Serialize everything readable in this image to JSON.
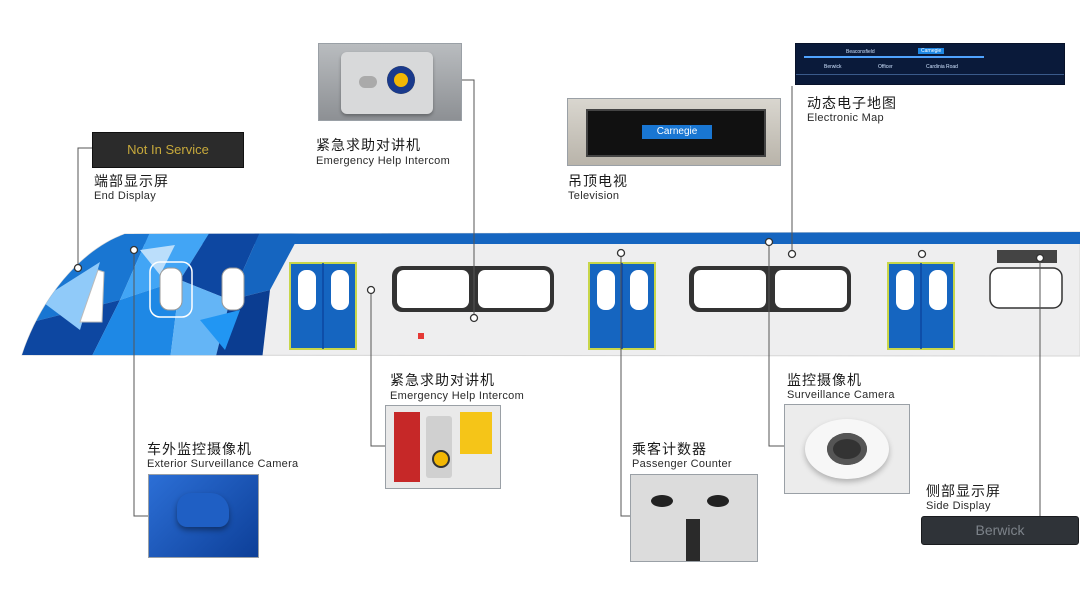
{
  "end_display": {
    "text": "Not In Service",
    "label_zh": "端部显示屏",
    "label_en": "End Display"
  },
  "help_intercom_top": {
    "label_zh": "紧急求助对讲机",
    "label_en": "Emergency Help Intercom"
  },
  "television": {
    "screen_text": "Carnegie",
    "label_zh": "吊顶电视",
    "label_en": "Television"
  },
  "electronic_map": {
    "label_zh": "动态电子地图",
    "label_en": "Electronic Map",
    "stations": [
      "Beaconsfield",
      "Carnegie",
      "Berwick",
      "Officer",
      "Cardinia Road"
    ]
  },
  "help_intercom_mid": {
    "label_zh": "紧急求助对讲机",
    "label_en": "Emergency Help Intercom"
  },
  "exterior_camera": {
    "label_zh": "车外监控摄像机",
    "label_en": "Exterior Surveillance Camera"
  },
  "passenger_counter": {
    "label_zh": "乘客计数器",
    "label_en": "Passenger Counter"
  },
  "surveillance_camera": {
    "label_zh": "监控摄像机",
    "label_en": "Surveillance Camera"
  },
  "side_display": {
    "text": "Berwick",
    "label_zh": "侧部显示屏",
    "label_en": "Side Display"
  },
  "colors": {
    "train_blue": "#1565c0",
    "door_blue": "#1565c0",
    "door_outline": "#c8d64a",
    "body_grey": "#eeeeee"
  }
}
